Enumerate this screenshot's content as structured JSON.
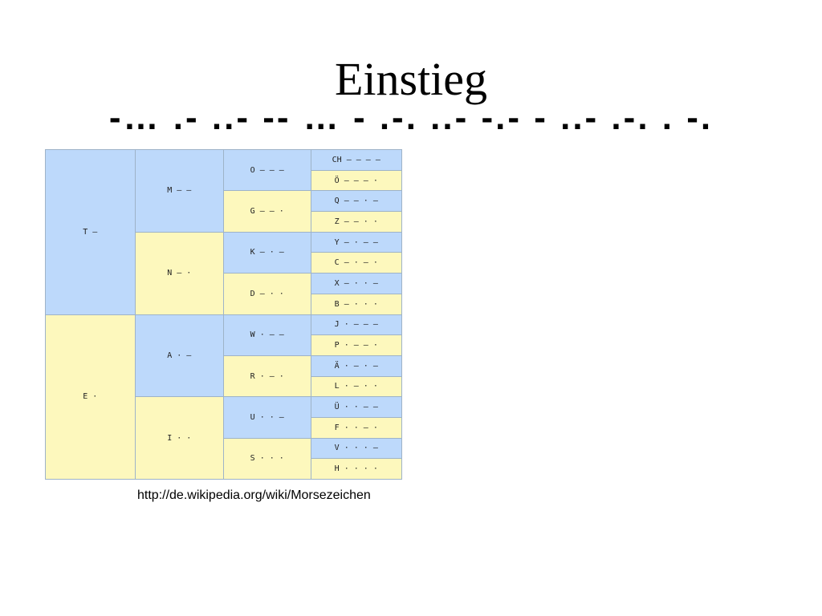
{
  "slide": {
    "title": "Einstieg",
    "morse_line": "-… .- ..- -- … - .-. ..- -.- - ..- .-. . -.",
    "source_url": "http://de.wikipedia.org/wiki/Morsezeichen"
  },
  "colors": {
    "blue": "#bdd9fb",
    "yellow": "#fdf8bd",
    "border": "#9eb3c8"
  },
  "tree": {
    "level1": [
      {
        "label": "T —"
      },
      {
        "label": "E ·"
      }
    ],
    "level2": [
      {
        "label": "M — —"
      },
      {
        "label": "N — ·"
      },
      {
        "label": "A · —"
      },
      {
        "label": "I · ·"
      }
    ],
    "level3": [
      {
        "label": "O — — —"
      },
      {
        "label": "G — — ·"
      },
      {
        "label": "K — · —"
      },
      {
        "label": "D — · ·"
      },
      {
        "label": "W · — —"
      },
      {
        "label": "R · — ·"
      },
      {
        "label": "U · · —"
      },
      {
        "label": "S · · ·"
      }
    ],
    "level4": [
      {
        "label": "CH — — — —"
      },
      {
        "label": "Ö — — — ·"
      },
      {
        "label": "Q — — · —"
      },
      {
        "label": "Z — — · ·"
      },
      {
        "label": "Y — · — —"
      },
      {
        "label": "C — · — ·"
      },
      {
        "label": "X — · · —"
      },
      {
        "label": "B — · · ·"
      },
      {
        "label": "J · — — —"
      },
      {
        "label": "P · — — ·"
      },
      {
        "label": "Ä · — · —"
      },
      {
        "label": "L · — · ·"
      },
      {
        "label": "Ü · · — —"
      },
      {
        "label": "F · · — ·"
      },
      {
        "label": "V · · · —"
      },
      {
        "label": "H · · · ·"
      }
    ]
  }
}
